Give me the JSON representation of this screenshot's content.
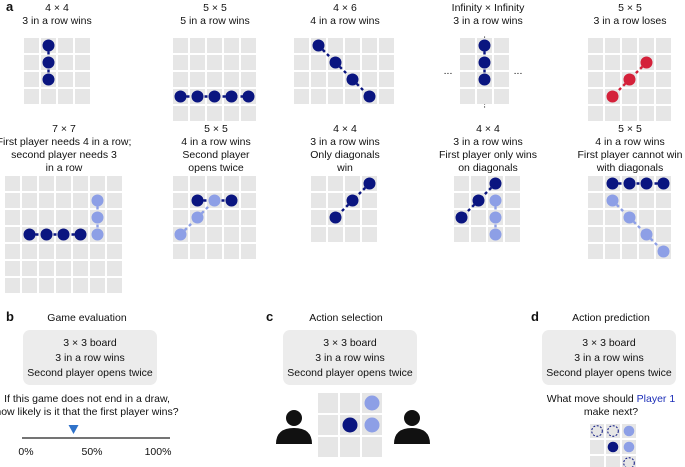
{
  "panels": {
    "a": {
      "label": "a",
      "games": [
        {
          "title": [
            "4 × 4",
            "3 in a row wins"
          ],
          "rows": 4,
          "cols": 4
        },
        {
          "title": [
            "5 × 5",
            "5 in a row wins"
          ],
          "rows": 5,
          "cols": 5
        },
        {
          "title": [
            "4 × 6",
            "4 in a row wins"
          ],
          "rows": 4,
          "cols": 6
        },
        {
          "title": [
            "Infinity × Infinity",
            "3 in a row wins"
          ],
          "rows": 4,
          "cols": 3
        },
        {
          "title": [
            "5 × 5",
            "3 in a row loses"
          ],
          "rows": 5,
          "cols": 5
        },
        {
          "title": [
            "7 × 7",
            "First player needs 4 in a row;",
            "second player needs 3",
            "in a row"
          ],
          "rows": 7,
          "cols": 7
        },
        {
          "title": [
            "5 × 5",
            "4 in a row wins",
            "Second player",
            "opens twice"
          ],
          "rows": 5,
          "cols": 5
        },
        {
          "title": [
            "4 × 4",
            "3 in a row wins",
            "Only diagonals",
            "win"
          ],
          "rows": 4,
          "cols": 4
        },
        {
          "title": [
            "4 × 4",
            "3 in a row wins",
            "First player only wins",
            "on diagonals"
          ],
          "rows": 4,
          "cols": 4
        },
        {
          "title": [
            "5 × 5",
            "4 in a row wins",
            "First player cannot win",
            "with diagonals"
          ],
          "rows": 5,
          "cols": 5
        }
      ],
      "ellipsis": "..."
    },
    "b": {
      "label": "b",
      "title": "Game evaluation",
      "box_lines": [
        "3 × 3 board",
        "3 in a row wins",
        "Second player opens twice"
      ],
      "question": [
        "If this game does not end in a draw,",
        "how likely is it that the first player wins?"
      ],
      "scale_labels": [
        "0%",
        "50%",
        "100%"
      ],
      "marker_fraction": 0.36
    },
    "c": {
      "label": "c",
      "title": "Action selection",
      "box_lines": [
        "3 × 3 board",
        "3 in a row wins",
        "Second player opens twice"
      ]
    },
    "d": {
      "label": "d",
      "title": "Action prediction",
      "box_lines": [
        "3 × 3 board",
        "3 in a row wins",
        "Second player opens twice"
      ],
      "question_prefix": "What move should",
      "question_player": "Player 1",
      "question_suffix": "make next?"
    }
  },
  "colors": {
    "cell": "#e6e6e6",
    "player1": "#0a1580",
    "player2": "#8d9fe6",
    "lose": "#d4213a",
    "accent_text": "#1d2fb8",
    "marker": "#2f72c9",
    "box": "#ececec"
  }
}
